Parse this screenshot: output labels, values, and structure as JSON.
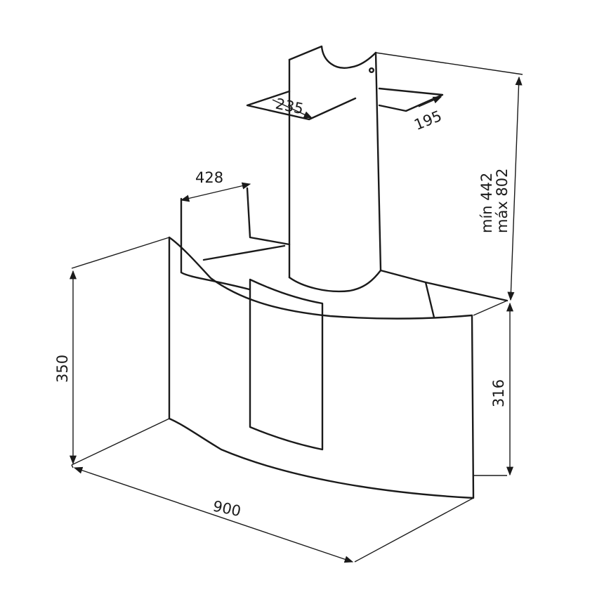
{
  "diagram": {
    "dimensions": {
      "duct_depth": "235",
      "duct_width": "195",
      "hood_depth": "428",
      "hood_height": "350",
      "glass_height": "316",
      "hood_width": "900",
      "chimney_min": "mín 442",
      "chimney_max": "máx 802"
    },
    "colors": {
      "line": "#1a1a1a",
      "background": "#ffffff"
    }
  }
}
